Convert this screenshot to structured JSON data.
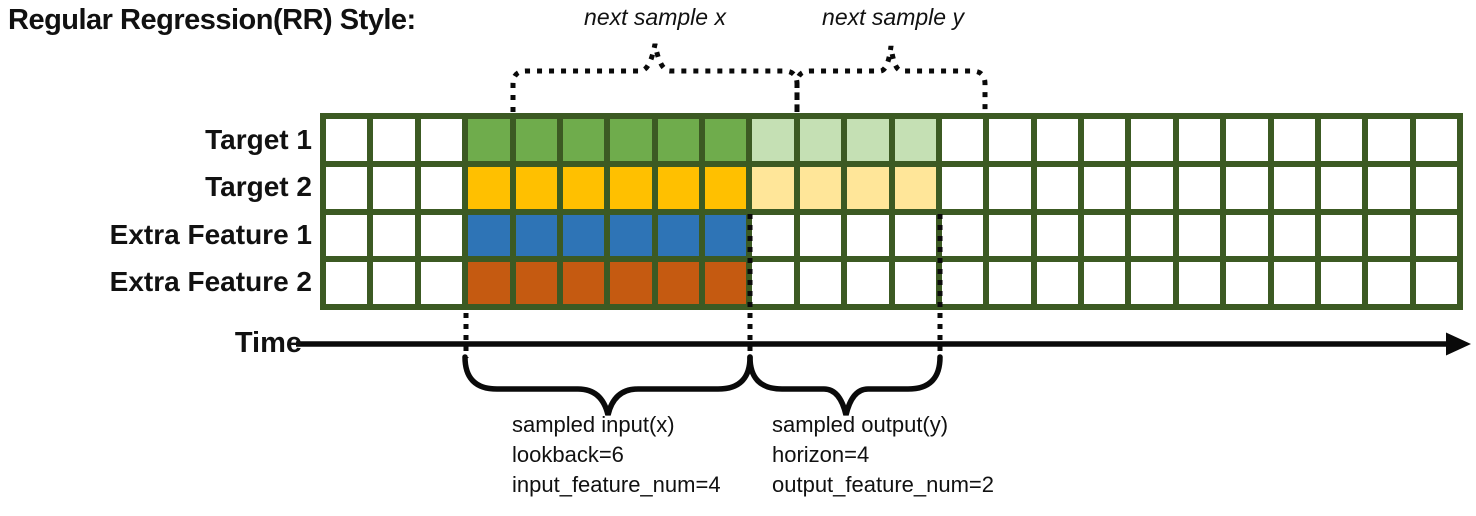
{
  "title": "Regular Regression(RR) Style:",
  "palette": {
    "grid_border": "#3c5a23",
    "empty_cell": "#ffffff",
    "line_color": "#0a0a0a",
    "target1_input": "#6fac4c",
    "target1_output": "#c5e0b4",
    "target2_input": "#ffc000",
    "target2_output": "#ffe699",
    "extra1_input": "#2e74b6",
    "extra2_input": "#c55a11"
  },
  "grid": {
    "columns": 24,
    "rows": [
      {
        "label": "Target 1",
        "input_color": "#6fac4c",
        "output_color": "#c5e0b4",
        "cells": [
          "empty",
          "empty",
          "empty",
          "input",
          "input",
          "input",
          "input",
          "input",
          "input",
          "output",
          "output",
          "output",
          "output",
          "empty",
          "empty",
          "empty",
          "empty",
          "empty",
          "empty",
          "empty",
          "empty",
          "empty",
          "empty",
          "empty"
        ]
      },
      {
        "label": "Target 2",
        "input_color": "#ffc000",
        "output_color": "#ffe699",
        "cells": [
          "empty",
          "empty",
          "empty",
          "input",
          "input",
          "input",
          "input",
          "input",
          "input",
          "output",
          "output",
          "output",
          "output",
          "empty",
          "empty",
          "empty",
          "empty",
          "empty",
          "empty",
          "empty",
          "empty",
          "empty",
          "empty",
          "empty"
        ]
      },
      {
        "label": "Extra Feature 1",
        "input_color": "#2e74b6",
        "output_color": "#ffffff",
        "cells": [
          "empty",
          "empty",
          "empty",
          "input",
          "input",
          "input",
          "input",
          "input",
          "input",
          "empty",
          "empty",
          "empty",
          "empty",
          "empty",
          "empty",
          "empty",
          "empty",
          "empty",
          "empty",
          "empty",
          "empty",
          "empty",
          "empty",
          "empty"
        ]
      },
      {
        "label": "Extra Feature 2",
        "input_color": "#c55a11",
        "output_color": "#ffffff",
        "cells": [
          "empty",
          "empty",
          "empty",
          "input",
          "input",
          "input",
          "input",
          "input",
          "input",
          "empty",
          "empty",
          "empty",
          "empty",
          "empty",
          "empty",
          "empty",
          "empty",
          "empty",
          "empty",
          "empty",
          "empty",
          "empty",
          "empty",
          "empty"
        ]
      }
    ]
  },
  "annotations": {
    "next_sample_x": "next sample x",
    "next_sample_y": "next sample y",
    "time_label": "Time",
    "sampled_input": {
      "lines": [
        "sampled input(x)",
        "lookback=6",
        "input_feature_num=4"
      ]
    },
    "sampled_output": {
      "lines": [
        "sampled output(y)",
        "horizon=4",
        "output_feature_num=2"
      ]
    }
  }
}
